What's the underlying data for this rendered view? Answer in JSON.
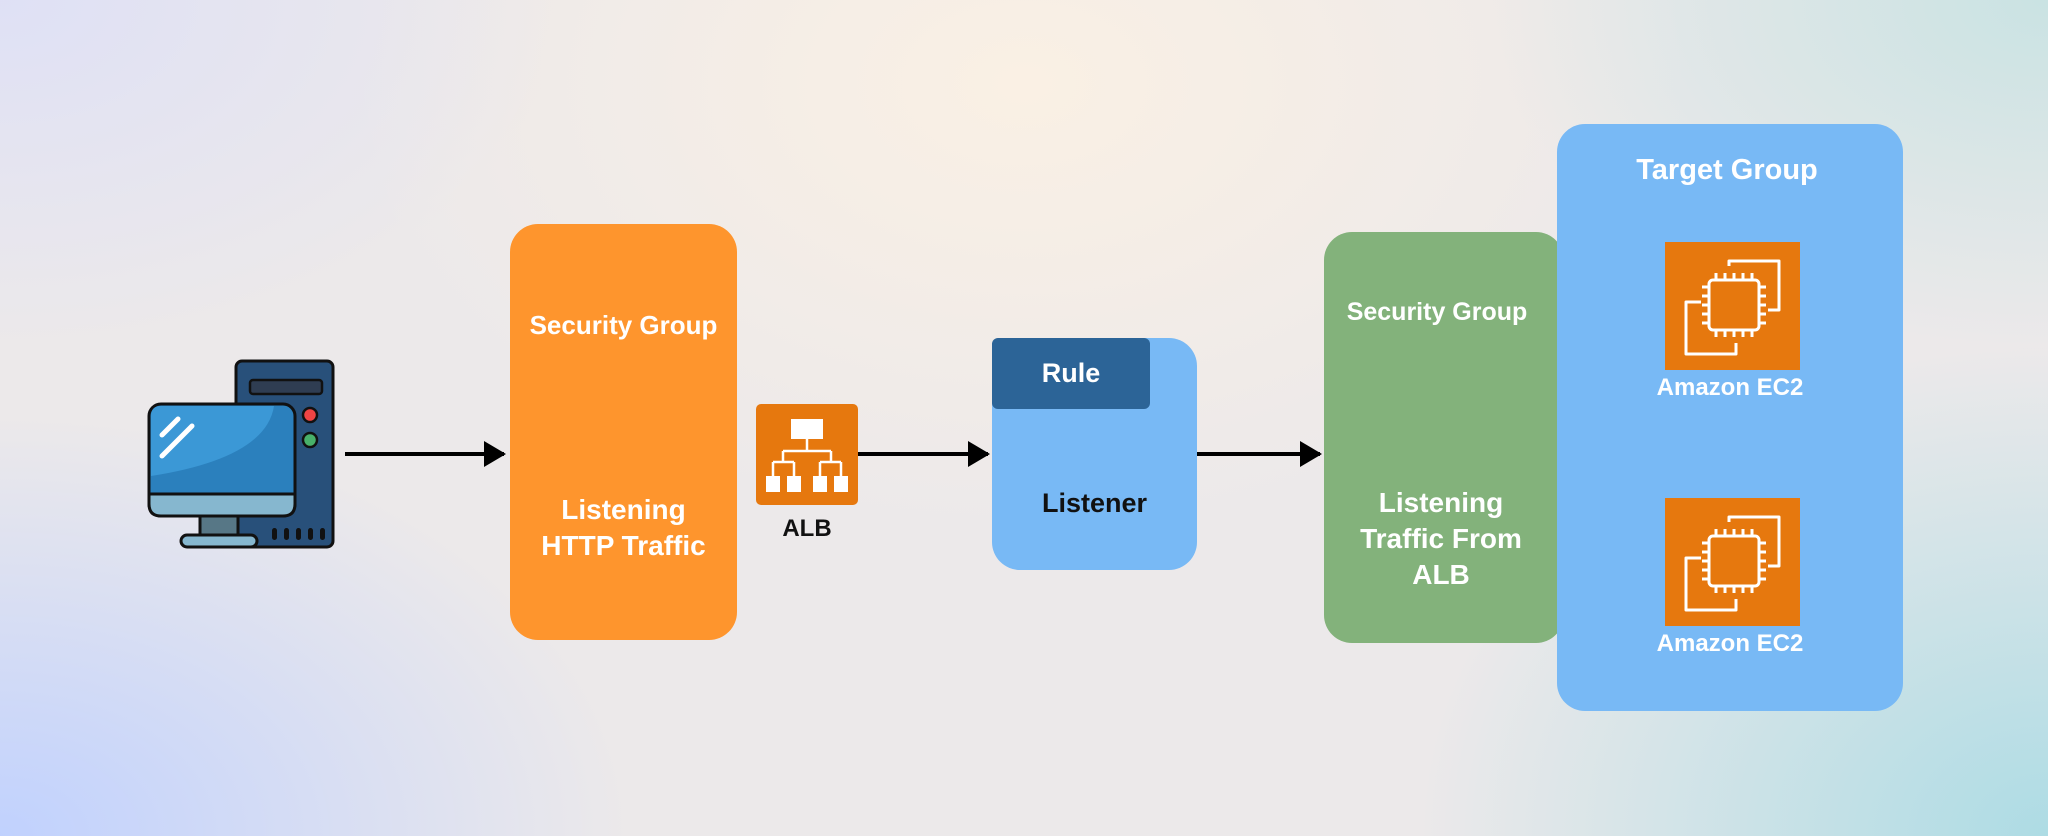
{
  "client": {
    "icon": "desktop-computer-icon"
  },
  "security_group_inbound": {
    "title": "Security Group",
    "description_lines": [
      "Listening",
      "HTTP Traffic"
    ],
    "color": "#fe952d"
  },
  "alb": {
    "label": "ALB",
    "icon": "load-balancer-icon",
    "color": "#e6780e"
  },
  "listener": {
    "label": "Listener",
    "rule_label": "Rule",
    "color": "#78b9f5",
    "rule_color": "#2c6497"
  },
  "security_group_targets": {
    "title": "Security Group",
    "description_lines": [
      "Listening",
      "Traffic From",
      "ALB"
    ],
    "color": "#83b27b"
  },
  "target_group": {
    "title": "Target Group",
    "color": "#78b9f5",
    "instances": [
      {
        "label": "Amazon EC2",
        "icon": "ec2-chip-icon"
      },
      {
        "label": "Amazon EC2",
        "icon": "ec2-chip-icon"
      }
    ]
  },
  "connections": [
    {
      "from": "client",
      "to": "security_group_inbound"
    },
    {
      "from": "alb",
      "to": "listener"
    },
    {
      "from": "listener",
      "to": "security_group_targets"
    }
  ]
}
